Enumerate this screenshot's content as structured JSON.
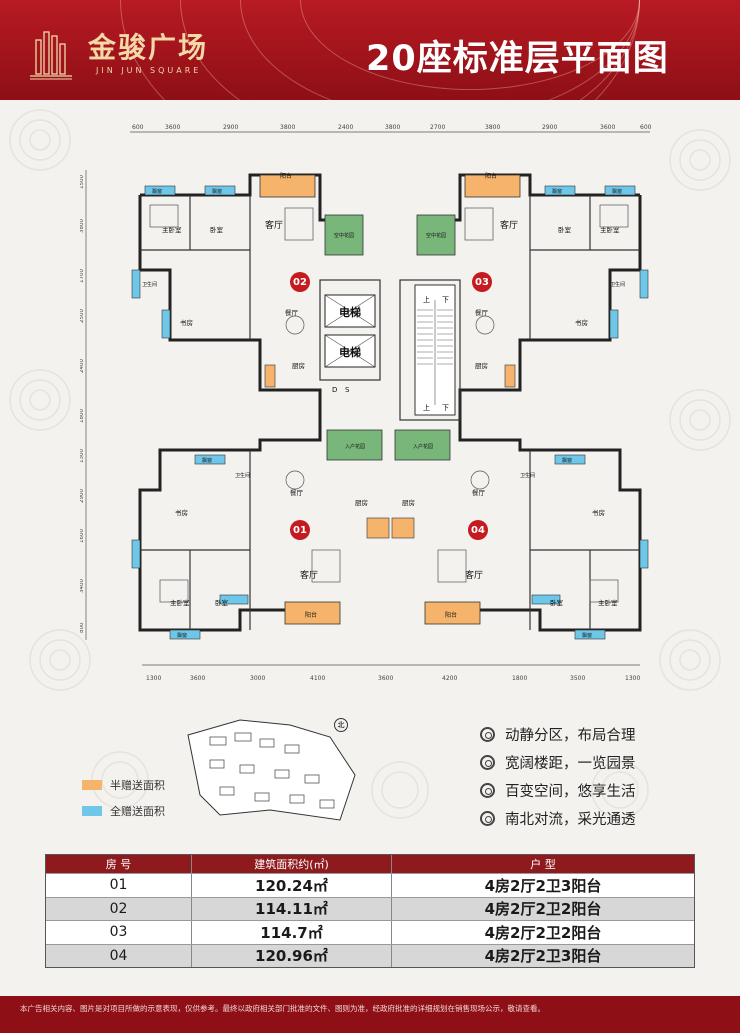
{
  "header": {
    "brand_cn": "金骏广场",
    "brand_en": "JIN JUN SQUARE",
    "title": "20座标准层平面图"
  },
  "colors": {
    "header_red": "#b81a22",
    "half_area": "#f5b36b",
    "full_area": "#6ec6e8",
    "room_green": "#79b67a",
    "unit_badge": "#c41a20"
  },
  "plan": {
    "units": [
      "01",
      "02",
      "03",
      "04"
    ],
    "top_dims": [
      "600",
      "3600",
      "2900",
      "3800",
      "2400",
      "3800",
      "2700",
      "3800",
      "2900",
      "3600",
      "600"
    ],
    "bottom_dims": [
      "1300",
      "3600",
      "3000",
      "4100",
      "3600",
      "4200",
      "1800",
      "3500",
      "1300"
    ],
    "left_dims": [
      "1500",
      "3800",
      "1700",
      "2500",
      "2400",
      "1800",
      "1300",
      "2900",
      "1600",
      "3400",
      "800"
    ],
    "rooms": {
      "living": "客厅",
      "dining": "餐厅",
      "kitchen": "厨房",
      "master": "主卧室",
      "bedroom": "卧室",
      "study": "书房",
      "bath": "卫生间",
      "balcony": "阳台",
      "bay": "飘窗",
      "garden_sky": "空中花园",
      "garden_entry": "入户花园",
      "elevator": "电梯",
      "up": "上",
      "down": "下",
      "d": "D",
      "s": "S"
    }
  },
  "sitemap": {
    "north_label": "北"
  },
  "legend": [
    {
      "label": "半赠送面积",
      "color": "#f5b36b"
    },
    {
      "label": "全赠送面积",
      "color": "#6ec6e8"
    }
  ],
  "features": [
    "动静分区，布局合理",
    "宽阔楼距，一览园景",
    "百变空间，悠享生活",
    "南北对流，采光通透"
  ],
  "table": {
    "headers": [
      "房 号",
      "建筑面积约(㎡)",
      "户 型"
    ],
    "rows": [
      {
        "unit": "01",
        "area": "120.24㎡",
        "type": "4房2厅2卫3阳台"
      },
      {
        "unit": "02",
        "area": "114.11㎡",
        "type": "4房2厅2卫2阳台"
      },
      {
        "unit": "03",
        "area": "114.7㎡",
        "type": "4房2厅2卫2阳台"
      },
      {
        "unit": "04",
        "area": "120.96㎡",
        "type": "4房2厅2卫3阳台"
      }
    ]
  },
  "footer": {
    "disclaimer": "本广告相关内容、图片是对项目所做的示意表现，仅供参考。最终以政府相关部门批准的文件、图则为准，经政府批准的详细规划在销售现场公示，敬请查看。"
  }
}
